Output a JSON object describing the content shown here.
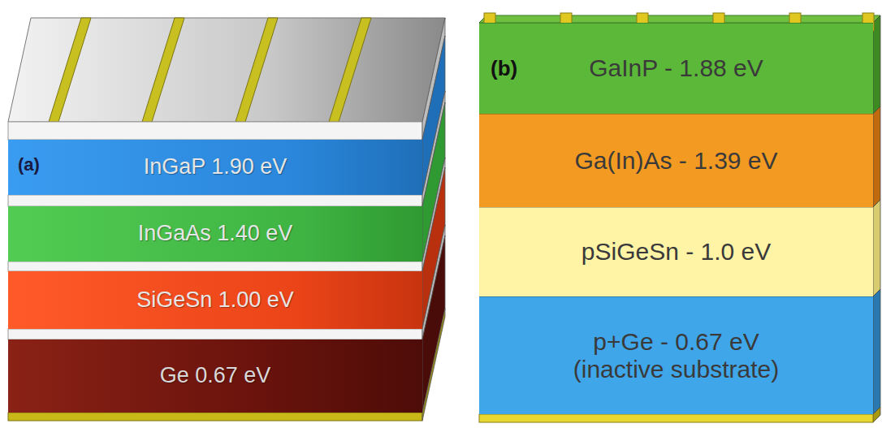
{
  "diagram": {
    "nodes": [
      {
        "text": [
          "InGaP 1.90 eV"
        ]
      },
      {
        "text": [
          "InGaAs 1.40 eV"
        ]
      },
      {
        "text": [
          "SiGeSn 1.00 eV"
        ]
      },
      {
        "text": [
          "Ge 0.67 eV"
        ]
      },
      {
        "text": [
          "GaInP - 1.88 eV"
        ]
      },
      {
        "text": [
          "Ga(In)As - 1.39 eV"
        ]
      },
      {
        "text": [
          "pSiGeSn - 1.0 eV"
        ]
      },
      {
        "text": [
          "p+Ge - 0.67 eV (inactive substrate)"
        ]
      }
    ],
    "labels": [
      "(a)",
      "(b)"
    ]
  }
}
